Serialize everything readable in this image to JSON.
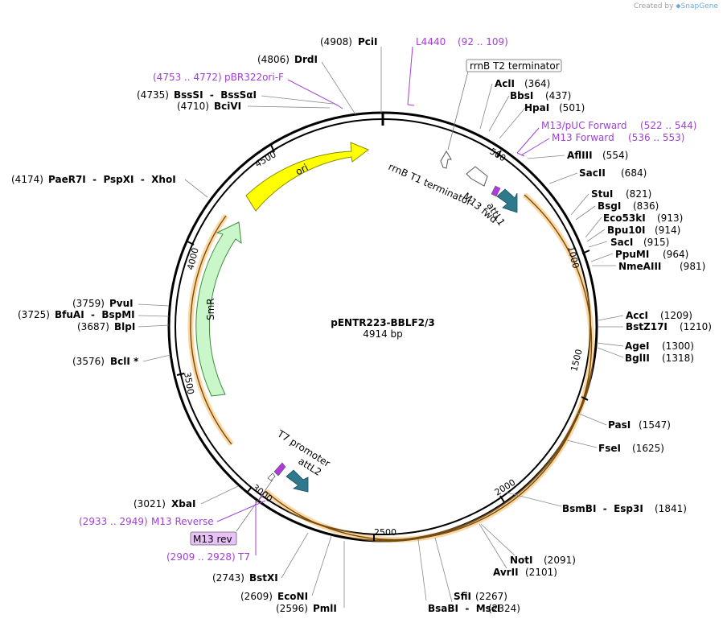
{
  "watermark": {
    "prefix": "Created by",
    "brand": "SnapGene"
  },
  "plasmid": {
    "name": "pENTR223-BBLF2/3",
    "size_label": "4914 bp",
    "length": 4914
  },
  "colors": {
    "enzyme": "#000000",
    "primer": "#a13fd6",
    "ori": "#ffff00",
    "smr": "#c9f7c9",
    "orf": "#f3a93b",
    "att": "#2e7a8c",
    "primer_bind": "#b03adf"
  },
  "ticks": [
    {
      "bp": 500,
      "label": "500"
    },
    {
      "bp": 1000,
      "label": "1000"
    },
    {
      "bp": 1500,
      "label": "1500"
    },
    {
      "bp": 2000,
      "label": "2000"
    },
    {
      "bp": 2500,
      "label": "2500"
    },
    {
      "bp": 3000,
      "label": "3000"
    },
    {
      "bp": 3500,
      "label": "3500"
    },
    {
      "bp": 4000,
      "label": "4000"
    },
    {
      "bp": 4500,
      "label": "4500"
    }
  ],
  "enzymes": [
    {
      "name": "PciI",
      "pos": "(4908)"
    },
    {
      "name": "DrdI",
      "pos": "(4806)"
    },
    {
      "name": "BssSI  -  BssSαI",
      "pos": "(4735)"
    },
    {
      "name": "BciVI",
      "pos": "(4710)"
    },
    {
      "name": "PaeR7I  -  PspXI  -  XhoI",
      "pos": "(4174)"
    },
    {
      "name": "PvuI",
      "pos": "(3759)"
    },
    {
      "name": "BfuAI  -  BspMI",
      "pos": "(3725)"
    },
    {
      "name": "BlpI",
      "pos": "(3687)"
    },
    {
      "name": "BclI *",
      "pos": "(3576)"
    },
    {
      "name": "XbaI",
      "pos": "(3021)"
    },
    {
      "name": "BstXI",
      "pos": "(2743)"
    },
    {
      "name": "EcoNI",
      "pos": "(2609)"
    },
    {
      "name": "PmlI",
      "pos": "(2596)"
    },
    {
      "name": "SfiI",
      "pos": "(2267)"
    },
    {
      "name": "BsaBI  -  MscI",
      "pos": "(2324)"
    },
    {
      "name": "NotI",
      "pos": "(2091)"
    },
    {
      "name": "AvrII",
      "pos": "(2101)"
    },
    {
      "name": "BsmBI  -  Esp3I",
      "pos": "(1841)"
    },
    {
      "name": "FseI",
      "pos": "(1625)"
    },
    {
      "name": "PasI",
      "pos": "(1547)"
    },
    {
      "name": "BglII",
      "pos": "(1318)"
    },
    {
      "name": "AgeI",
      "pos": "(1300)"
    },
    {
      "name": "BstZ17I",
      "pos": "(1210)"
    },
    {
      "name": "AccI",
      "pos": "(1209)"
    },
    {
      "name": "NmeAIII",
      "pos": "(981)"
    },
    {
      "name": "PpuMI",
      "pos": "(964)"
    },
    {
      "name": "SacI",
      "pos": "(915)"
    },
    {
      "name": "Bpu10I",
      "pos": "(914)"
    },
    {
      "name": "Eco53kI",
      "pos": "(913)"
    },
    {
      "name": "BsgI",
      "pos": "(836)"
    },
    {
      "name": "StuI",
      "pos": "(821)"
    },
    {
      "name": "SacII",
      "pos": "(684)"
    },
    {
      "name": "AflIII",
      "pos": "(554)"
    },
    {
      "name": "HpaI",
      "pos": "(501)"
    },
    {
      "name": "BbsI",
      "pos": "(437)"
    },
    {
      "name": "AclI",
      "pos": "(364)"
    }
  ],
  "primers": [
    {
      "name": "L4440",
      "range": "(92 .. 109)"
    },
    {
      "name": "pBR322ori-F",
      "range": "(4753 .. 4772)"
    },
    {
      "name": "M13/pUC Forward",
      "range": "(522 .. 544)"
    },
    {
      "name": "M13 Forward",
      "range": "(536 .. 553)"
    },
    {
      "name": "M13 Reverse",
      "range": "(2933 .. 2949)"
    },
    {
      "name": "T7",
      "range": "(2909 .. 2928)"
    },
    {
      "name": "M13 rev",
      "range": ""
    }
  ],
  "features": {
    "ori": "ori",
    "smr": "SmR",
    "rrnb_t1": "rrnB T1 terminator",
    "rrnb_t2": "rrnB T2 terminator",
    "attl1": "attL1",
    "m13fwd": "M13 fwd",
    "t7promoter": "T7 promoter",
    "attl2": "attL2"
  }
}
